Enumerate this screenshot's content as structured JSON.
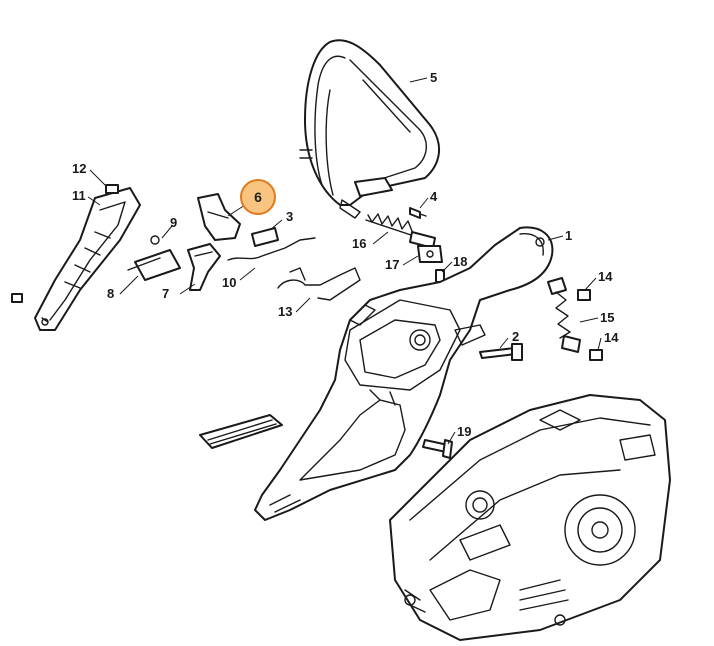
{
  "colors": {
    "line": "#1a1a1a",
    "highlight_fill": "#f9c47f",
    "highlight_stroke": "#e07a1f",
    "background": "#ffffff"
  },
  "callouts": {
    "n1": "1",
    "n2": "2",
    "n3": "3",
    "n4": "4",
    "n5": "5",
    "n6": "6",
    "n7": "7",
    "n8": "8",
    "n9": "9",
    "n10": "10",
    "n11": "11",
    "n12": "12",
    "n13": "13",
    "n14a": "14",
    "n14b": "14",
    "n15": "15",
    "n16": "16",
    "n17": "17",
    "n18": "18",
    "n19": "19"
  },
  "highlighted_part": "6"
}
